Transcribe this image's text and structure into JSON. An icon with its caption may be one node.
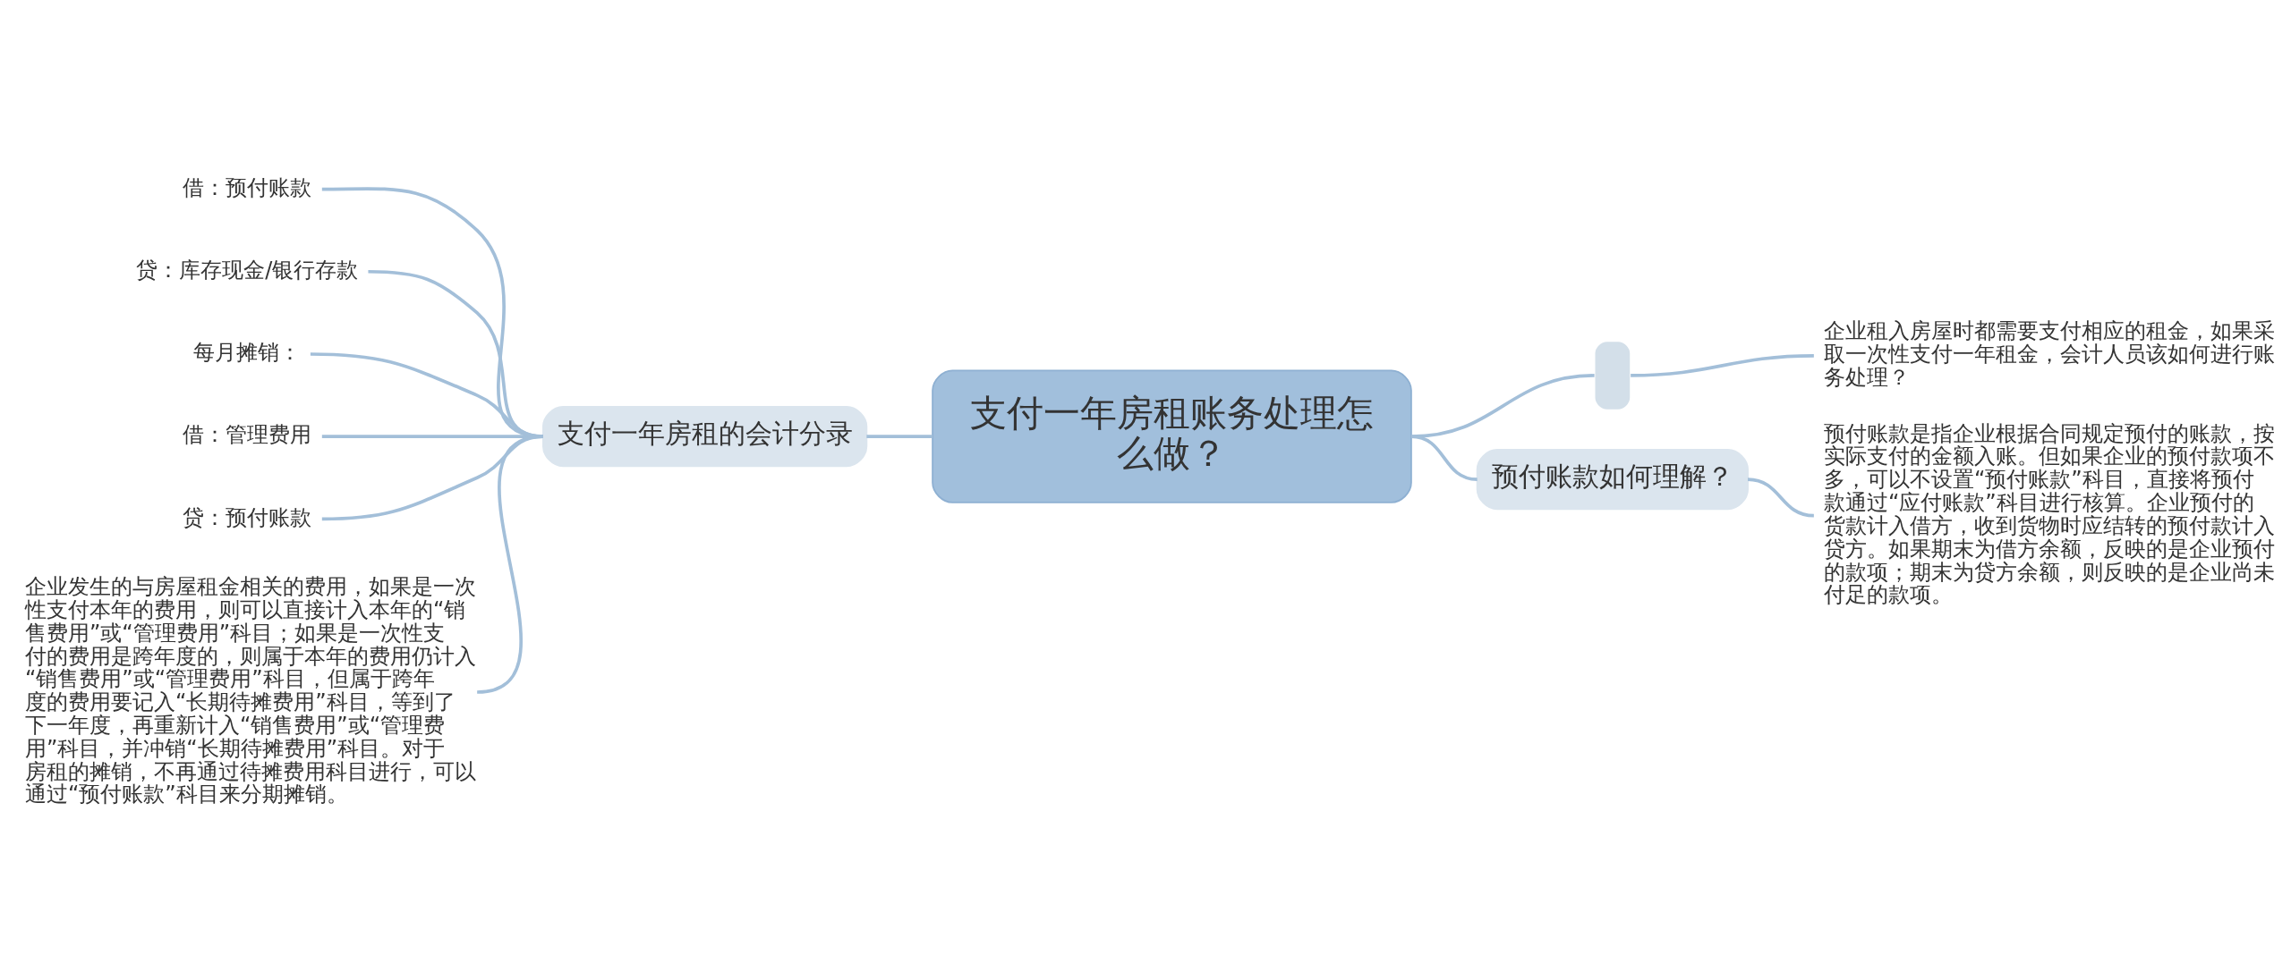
{
  "diagram": {
    "nodes": [
      {
        "text": [
          "支付一年房租账务处理怎么做？"
        ]
      },
      {
        "text": [
          "支付一年房租的会计分录"
        ]
      },
      {
        "text": [
          "借：预付账款"
        ]
      },
      {
        "text": [
          "贷：库存现金/银行存款"
        ]
      },
      {
        "text": [
          "每月摊销："
        ]
      },
      {
        "text": [
          "借：管理费用"
        ]
      },
      {
        "text": [
          "贷：预付账款"
        ]
      },
      {
        "text": [
          "企业发生的与房屋租金相关的费用，如果是一次性支付本年的费用，则可以直接计入本年的“销售费用”或“管理费用”科目；如果是一次性支付的费用是跨年度的，则属于本年的费用仍计入“销售费用”或“管理费用”科目，但属于跨年度的费用要记入“长期待摊费用”科目，等到了下一年度，再重新计入“销售费用”或“管理费用”科目，并冲销“长期待摊费用”科目。对于房租的摊销，不再通过待摊费用科目进行，可以通过“预付账款”科目来分期摊销。"
        ]
      },
      {
        "text": [],
        "shape": "box"
      },
      {
        "text": [
          "企业租入房屋时都需要支付相应的租金，如果采取一次性支付一年租金，会计人员该如何进行账务处理？"
        ]
      },
      {
        "text": [
          "预付账款如何理解？"
        ]
      },
      {
        "text": [
          "预付账款是指企业根据合同规定预付的账款，按实际支付的金额入账。但如果企业的预付款项不多，可以不设置“预付账款”科目，直接将预付款通过“应付账款”科目进行核算。企业预付的货款计入借方，收到货物时应结转的预付款计入贷方。如果期末为借方余额，反映的是企业预付的款项；期末为贷方余额，则反映的是企业尚未付足的款项。"
        ]
      }
    ],
    "edges": [
      {
        "from": 0,
        "to": 1,
        "arrow": "none"
      },
      {
        "from": 1,
        "to": 2,
        "arrow": "none"
      },
      {
        "from": 1,
        "to": 3,
        "arrow": "none"
      },
      {
        "from": 1,
        "to": 4,
        "arrow": "none"
      },
      {
        "from": 1,
        "to": 5,
        "arrow": "none"
      },
      {
        "from": 1,
        "to": 6,
        "arrow": "none"
      },
      {
        "from": 1,
        "to": 7,
        "arrow": "none"
      },
      {
        "from": 0,
        "to": 8,
        "arrow": "none"
      },
      {
        "from": 8,
        "to": 9,
        "arrow": "none"
      },
      {
        "from": 0,
        "to": 10,
        "arrow": "none"
      },
      {
        "from": 10,
        "to": 11,
        "arrow": "none"
      }
    ]
  }
}
